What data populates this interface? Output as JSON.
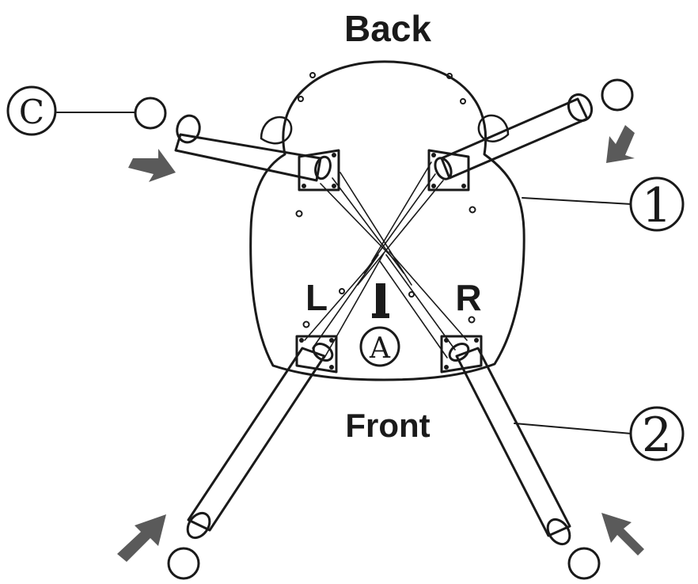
{
  "labels": {
    "back": "Back",
    "front": "Front",
    "left": "L",
    "right": "R",
    "part_c": "C",
    "part_a": "A",
    "callout_1": "1",
    "callout_2": "2"
  },
  "colors": {
    "ink": "#1a1a1a",
    "arrow": "#5a5a5a",
    "paper": "#ffffff"
  }
}
